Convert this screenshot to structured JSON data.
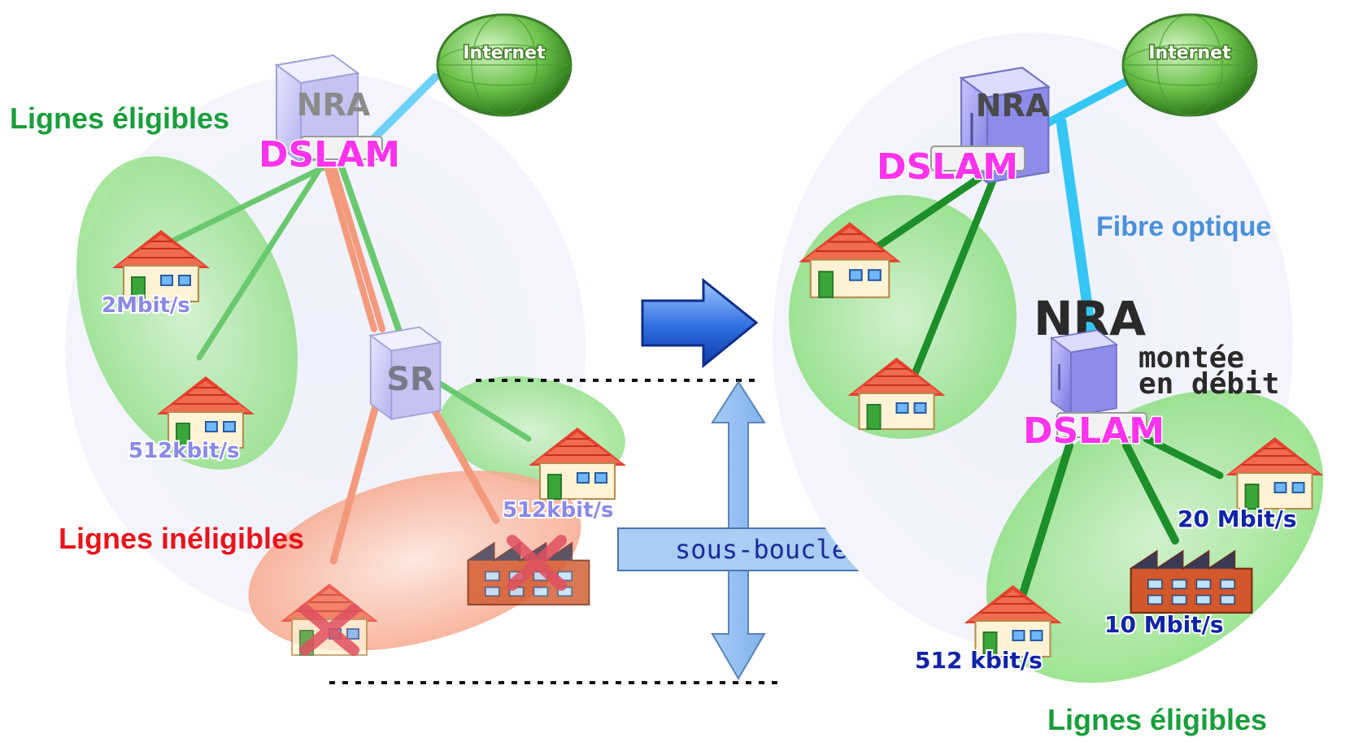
{
  "left": {
    "eligible_label": "Lignes éligibles",
    "ineligible_label": "Lignes inéligibles",
    "internet_label": "Internet",
    "nra_label": "NRA",
    "dslam_label": "DSLAM",
    "sr_label": "SR",
    "speeds": [
      "2Mbit/s",
      "512kbit/s",
      "512kbit/s"
    ]
  },
  "middle": {
    "sous_boucle_label": "sous-boucle"
  },
  "right": {
    "internet_label": "Internet",
    "nra_label": "NRA",
    "dslam_label": "DSLAM",
    "fibre_label": "Fibre optique",
    "nra2_label": "NRA",
    "montee_line1": "montée",
    "montee_line2": "en débit",
    "dslam2_label": "DSLAM",
    "speeds": [
      "20 Mbit/s",
      "10 Mbit/s",
      "512 kbit/s"
    ],
    "eligible_label": "Lignes éligibles"
  },
  "colors": {
    "eligible_green": "#1a9e3c",
    "ineligible_red": "#e8141c",
    "fibre_blue": "#4a90d9",
    "dslam_magenta": "#ff33ee"
  }
}
